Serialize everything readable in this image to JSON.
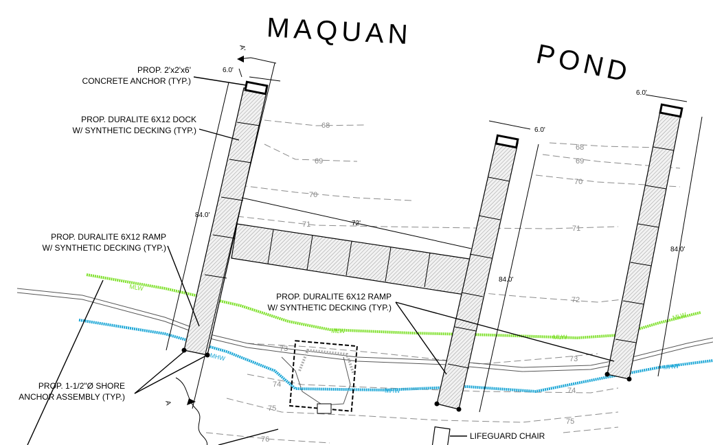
{
  "title_words": [
    "MAQUAN",
    "POND"
  ],
  "section_marks": [
    "A'",
    "A"
  ],
  "callouts": {
    "concrete_anchor": [
      "PROP. 2'x2'x6'",
      "CONCRETE ANCHOR (TYP.)"
    ],
    "dock": [
      "PROP. DURALITE 6X12 DOCK",
      "W/ SYNTHETIC DECKING (TYP.)"
    ],
    "ramp_left": [
      "PROP. DURALITE 6X12 RAMP",
      "W/ SYNTHETIC DECKING (TYP.)"
    ],
    "ramp_center": [
      "PROP. DURALITE 6X12 RAMP",
      "W/ SYNTHETIC DECKING (TYP.)"
    ],
    "shore_anchor": [
      "PROP. 1-1/2\"Ø SHORE",
      "ANCHOR ASSEMBLY (TYP.)"
    ],
    "lifeguard": "LIFEGUARD CHAIR"
  },
  "dimensions": {
    "dock_width": "6.0'",
    "dock_length": "84.0'",
    "dock_spacing": "72'"
  },
  "contour_labels": [
    "68",
    "69",
    "70",
    "71",
    "72",
    "73",
    "74",
    "75",
    "76"
  ],
  "tide_lines": {
    "mlw": {
      "label": "MLW",
      "color": "#7ee02a"
    },
    "mhw": {
      "label": "MHW",
      "color": "#1aa6d6"
    }
  },
  "colors": {
    "linework": "#000000",
    "contours": "#8a8a8a"
  }
}
